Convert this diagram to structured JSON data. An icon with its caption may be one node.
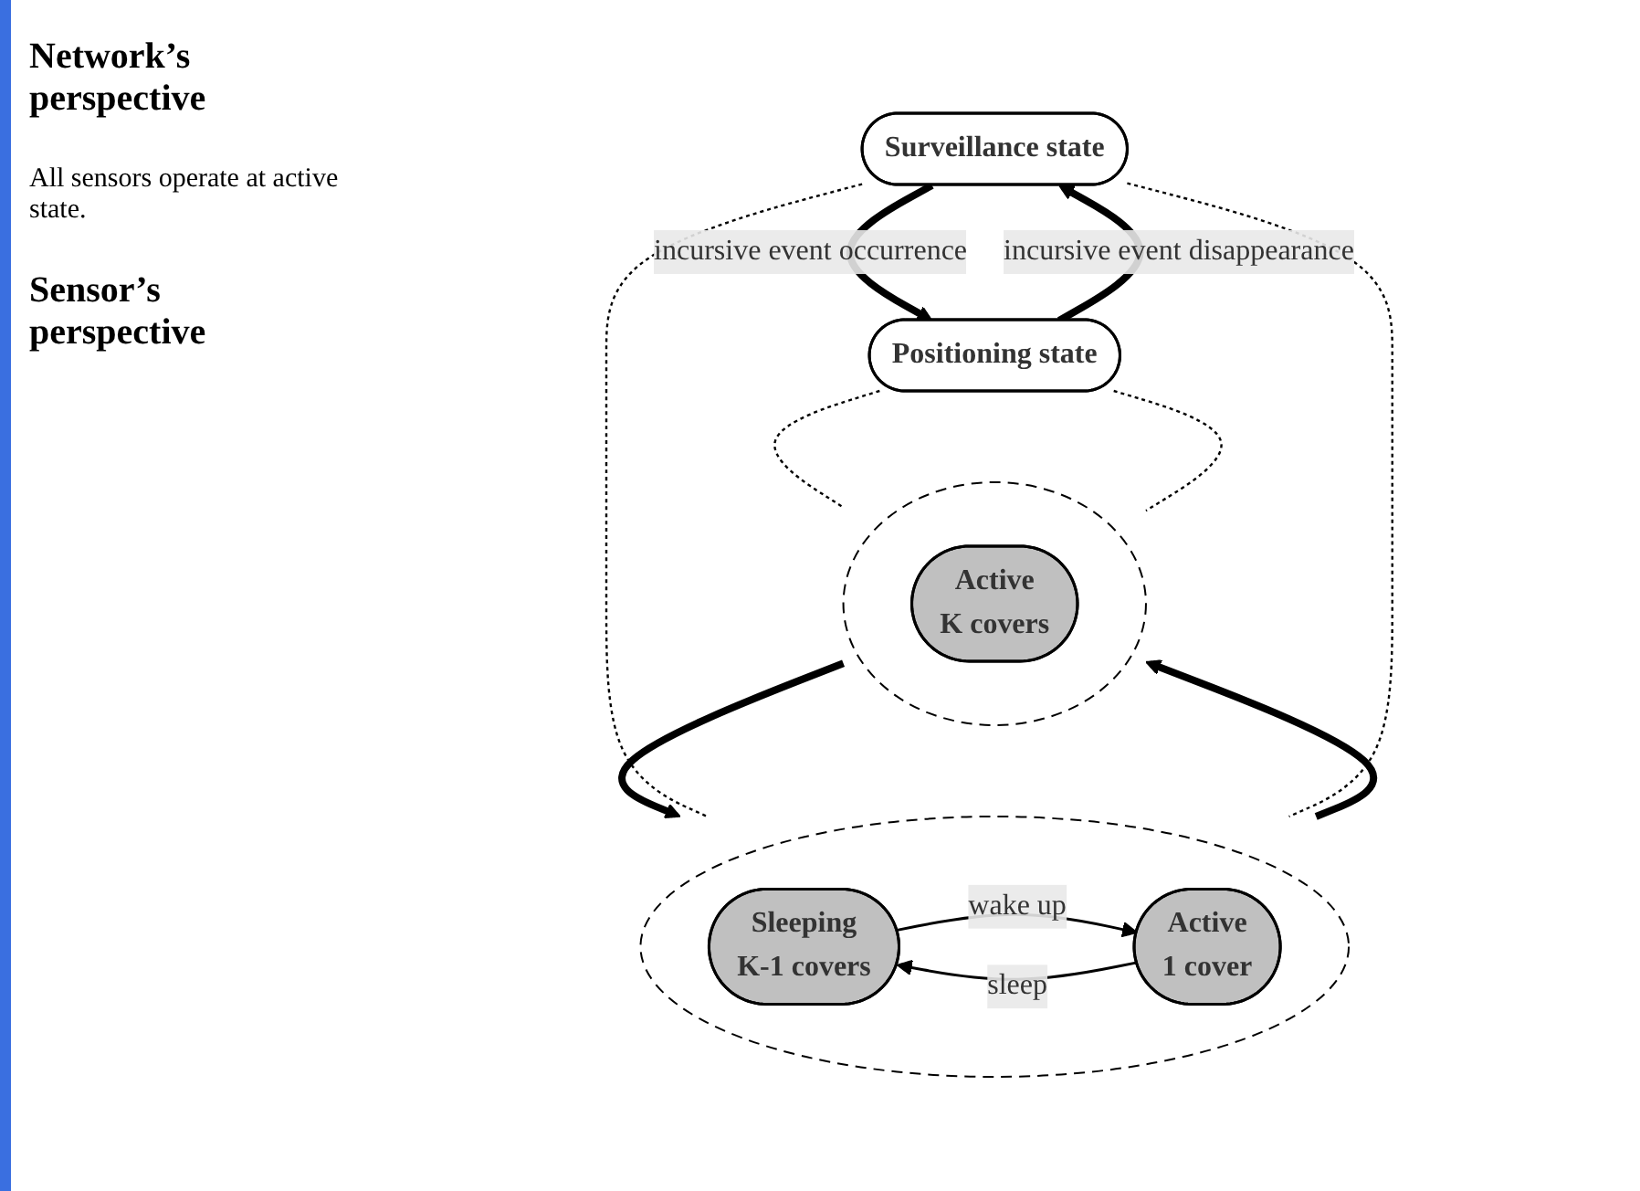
{
  "diagram": {
    "nodes": [
      {
        "text": [
          "Surveillance state"
        ]
      },
      {
        "text": [
          "Positioning state"
        ]
      },
      {
        "text": [],
        "shape": "circle"
      },
      {
        "text": [
          "Sleeping",
          "K-1 covers"
        ],
        "in": 2
      },
      {
        "text": [
          "Active",
          "1 cover"
        ],
        "in": 2
      },
      {
        "text": [],
        "shape": "circle"
      },
      {
        "text": [
          "Active",
          "K covers"
        ],
        "in": 5
      }
    ],
    "edges": [
      {
        "from": 1,
        "to": 0,
        "arrow": "to",
        "label": "incursive event disappearance",
        "style": "thick"
      },
      {
        "from": 0,
        "to": 1,
        "arrow": "to",
        "label": "incursive event occurrence",
        "style": "thick"
      },
      {
        "from": 3,
        "to": 4,
        "arrow": "to",
        "label": "wake up"
      },
      {
        "from": 4,
        "to": 3,
        "arrow": "to",
        "label": "sleep"
      },
      {
        "from": 5,
        "to": 2,
        "arrow": "to",
        "style": "thick"
      },
      {
        "from": 2,
        "to": 5,
        "arrow": "to",
        "style": "thick"
      },
      {
        "from": 0,
        "to": 2,
        "arrow": "none",
        "style": "dashed"
      },
      {
        "from": 0,
        "to": 2,
        "arrow": "none",
        "style": "dashed"
      },
      {
        "from": 1,
        "to": 5,
        "arrow": "none",
        "style": "dashed"
      },
      {
        "from": 1,
        "to": 5,
        "arrow": "none",
        "style": "dashed"
      }
    ],
    "labels": [
      "Network’s perspective",
      "All sensors operate at active state.",
      "Sensor’s perspective"
    ]
  }
}
